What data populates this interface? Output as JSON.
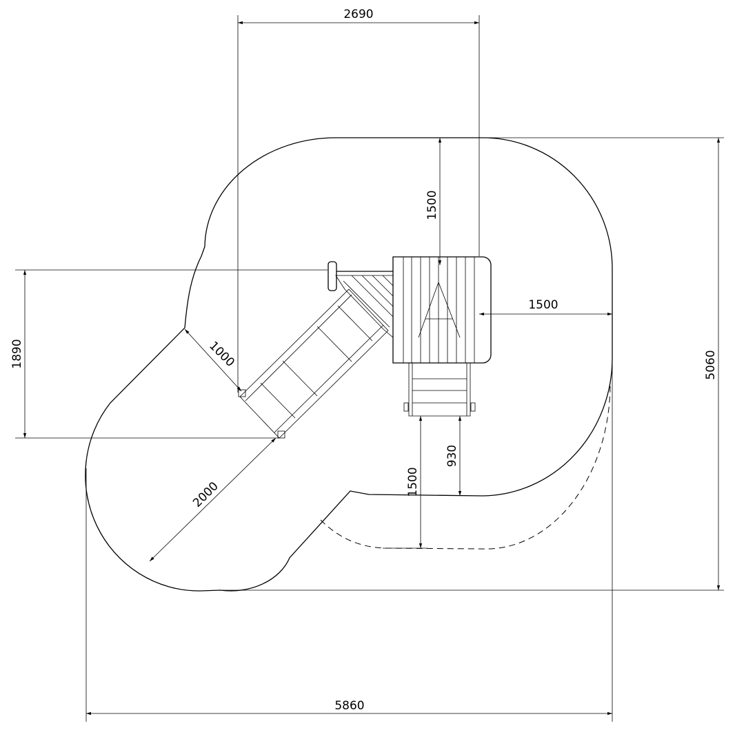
{
  "drawing": {
    "title": "Playground structure plan view with safety zone",
    "dimensions": {
      "top_width": "2690",
      "top_clearance": "1500",
      "right_clearance": "1500",
      "left_height": "1890",
      "slide_clearance": "1000",
      "slide_runout": "2000",
      "stair_clearance": "1500",
      "stair_extent": "930",
      "total_height": "5060",
      "total_width": "5860"
    },
    "line_color": "#000000",
    "background_color": "#ffffff"
  }
}
